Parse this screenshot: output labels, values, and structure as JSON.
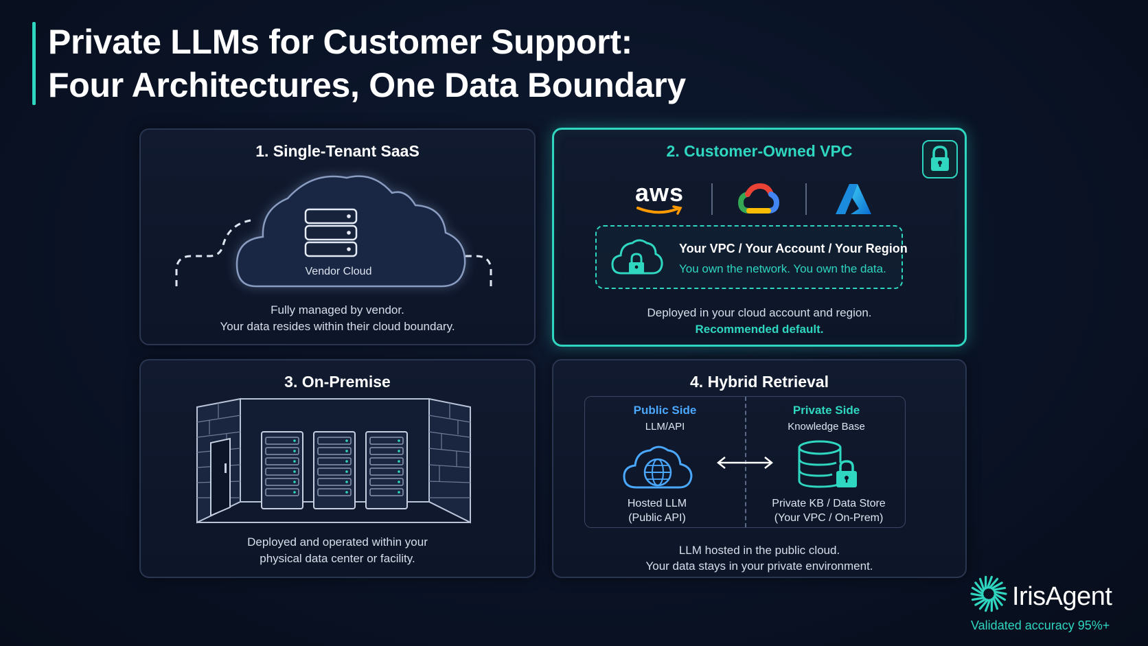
{
  "title": {
    "line1": "Private LLMs for Customer Support:",
    "line2": "Four Architectures, One Data Boundary"
  },
  "cards": {
    "saas": {
      "title": "1. Single-Tenant SaaS",
      "cloud_label": "Vendor Cloud",
      "desc_line1": "Fully managed by vendor.",
      "desc_line2": "Your data resides within their cloud boundary."
    },
    "vpc": {
      "title": "2. Customer-Owned VPC",
      "providers": {
        "aws": "aws"
      },
      "box_title": "Your VPC / Your Account / Your Region",
      "box_sub": "You own the network. You own the data.",
      "desc_line1": "Deployed in your cloud account and region.",
      "desc_line2": "Recommended default."
    },
    "onprem": {
      "title": "3. On-Premise",
      "desc_line1": "Deployed and operated within your",
      "desc_line2": "physical data center or facility."
    },
    "hybrid": {
      "title": "4. Hybrid Retrieval",
      "public_heading": "Public Side",
      "public_sub": "LLM/API",
      "public_label_line1": "Hosted LLM",
      "public_label_line2": "(Public API)",
      "private_heading": "Private Side",
      "private_sub": "Knowledge Base",
      "private_label_line1": "Private KB / Data Store",
      "private_label_line2": "(Your VPC / On-Prem)",
      "desc_line1": "LLM hosted in the public cloud.",
      "desc_line2": "Your data stays in your private environment."
    }
  },
  "brand": {
    "name": "IrisAgent",
    "tagline": "Validated accuracy 95%+"
  },
  "colors": {
    "accent": "#2fd7c0",
    "public_blue": "#4ba8ff",
    "background": "#0a1326"
  }
}
